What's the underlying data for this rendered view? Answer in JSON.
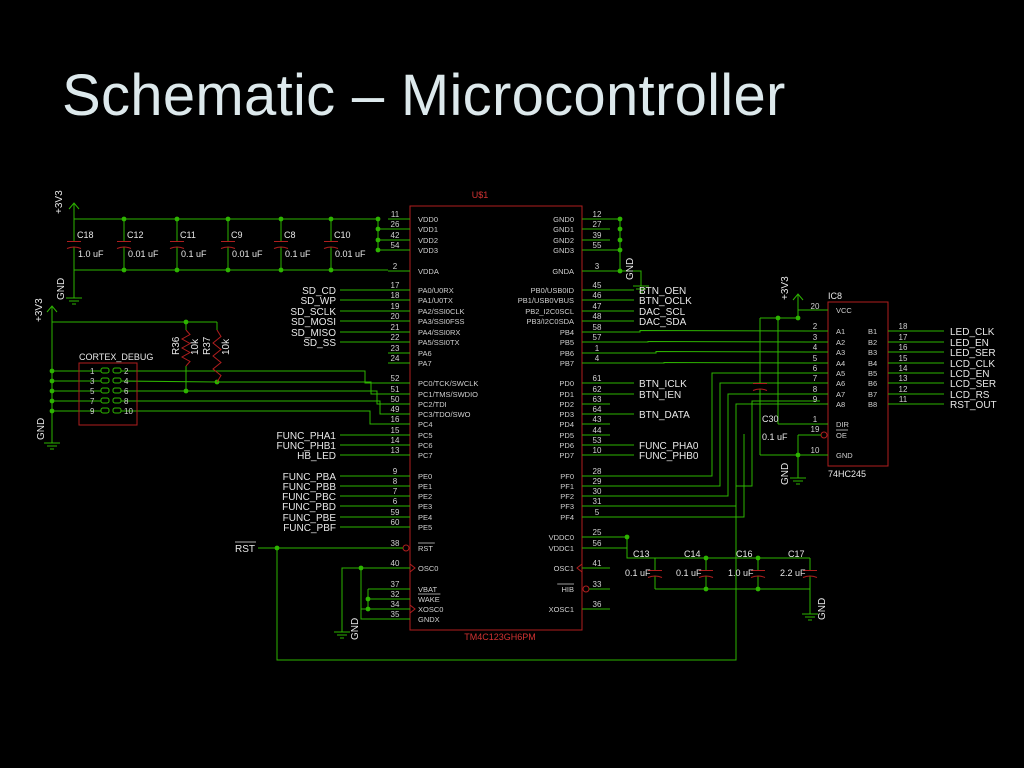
{
  "slide": {
    "title": "Schematic – Microcontroller"
  },
  "mcu": {
    "ref": "U$1",
    "part": "TM4C123GH6PM",
    "left_pins": [
      {
        "num": "11",
        "name": "VDD0"
      },
      {
        "num": "26",
        "name": "VDD1"
      },
      {
        "num": "42",
        "name": "VDD2"
      },
      {
        "num": "54",
        "name": "VDD3"
      },
      {
        "num": "2",
        "name": "VDDA"
      },
      {
        "num": "17",
        "name": "PA0/U0RX",
        "net": "SD_CD"
      },
      {
        "num": "18",
        "name": "PA1/U0TX",
        "net": "SD_WP"
      },
      {
        "num": "19",
        "name": "PA2/SSI0CLK",
        "net": "SD_SCLK"
      },
      {
        "num": "20",
        "name": "PA3/SSI0FSS",
        "net": "SD_MOSI"
      },
      {
        "num": "21",
        "name": "PA4/SSI0RX",
        "net": "SD_MISO"
      },
      {
        "num": "22",
        "name": "PA5/SSI0TX",
        "net": "SD_SS"
      },
      {
        "num": "23",
        "name": "PA6"
      },
      {
        "num": "24",
        "name": "PA7"
      },
      {
        "num": "52",
        "name": "PC0/TCK/SWCLK"
      },
      {
        "num": "51",
        "name": "PC1/TMS/SWDIO"
      },
      {
        "num": "50",
        "name": "PC2/TDI"
      },
      {
        "num": "49",
        "name": "PC3/TDO/SWO"
      },
      {
        "num": "16",
        "name": "PC4"
      },
      {
        "num": "15",
        "name": "PC5",
        "net": "FUNC_PHA1"
      },
      {
        "num": "14",
        "name": "PC6",
        "net": "FUNC_PHB1"
      },
      {
        "num": "13",
        "name": "PC7",
        "net": "HB_LED"
      },
      {
        "num": "9",
        "name": "PE0",
        "net": "FUNC_PBA"
      },
      {
        "num": "8",
        "name": "PE1",
        "net": "FUNC_PBB"
      },
      {
        "num": "7",
        "name": "PE2",
        "net": "FUNC_PBC"
      },
      {
        "num": "6",
        "name": "PE3",
        "net": "FUNC_PBD"
      },
      {
        "num": "59",
        "name": "PE4",
        "net": "FUNC_PBE"
      },
      {
        "num": "60",
        "name": "PE5",
        "net": "FUNC_PBF"
      },
      {
        "num": "38",
        "name": "RST"
      },
      {
        "num": "40",
        "name": "OSC0"
      },
      {
        "num": "37",
        "name": "VBAT"
      },
      {
        "num": "32",
        "name": "WAKE"
      },
      {
        "num": "34",
        "name": "XOSC0"
      },
      {
        "num": "35",
        "name": "GNDX"
      }
    ],
    "right_pins": [
      {
        "num": "12",
        "name": "GND0"
      },
      {
        "num": "27",
        "name": "GND1"
      },
      {
        "num": "39",
        "name": "GND2"
      },
      {
        "num": "55",
        "name": "GND3"
      },
      {
        "num": "3",
        "name": "GNDA"
      },
      {
        "num": "45",
        "name": "PB0/USB0ID",
        "net": "BTN_OEN"
      },
      {
        "num": "46",
        "name": "PB1/USB0VBUS",
        "net": "BTN_OCLK"
      },
      {
        "num": "47",
        "name": "PB2_I2C0SCL",
        "net": "DAC_SCL"
      },
      {
        "num": "48",
        "name": "PB3/I2C0SDA",
        "net": "DAC_SDA"
      },
      {
        "num": "58",
        "name": "PB4"
      },
      {
        "num": "57",
        "name": "PB5"
      },
      {
        "num": "1",
        "name": "PB6"
      },
      {
        "num": "4",
        "name": "PB7"
      },
      {
        "num": "61",
        "name": "PD0",
        "net": "BTN_ICLK"
      },
      {
        "num": "62",
        "name": "PD1",
        "net": "BTN_IEN"
      },
      {
        "num": "63",
        "name": "PD2"
      },
      {
        "num": "64",
        "name": "PD3",
        "net": "BTN_DATA"
      },
      {
        "num": "43",
        "name": "PD4"
      },
      {
        "num": "44",
        "name": "PD5"
      },
      {
        "num": "53",
        "name": "PD6",
        "net": "FUNC_PHA0"
      },
      {
        "num": "10",
        "name": "PD7",
        "net": "FUNC_PHB0"
      },
      {
        "num": "28",
        "name": "PF0"
      },
      {
        "num": "29",
        "name": "PF1"
      },
      {
        "num": "30",
        "name": "PF2"
      },
      {
        "num": "31",
        "name": "PF3"
      },
      {
        "num": "5",
        "name": "PF4"
      },
      {
        "num": "25",
        "name": "VDDC0"
      },
      {
        "num": "56",
        "name": "VDDC1"
      },
      {
        "num": "41",
        "name": "OSC1"
      },
      {
        "num": "33",
        "name": "HIB"
      },
      {
        "num": "36",
        "name": "XOSC1"
      }
    ]
  },
  "decoupling_caps": [
    {
      "ref": "C18",
      "value": "1.0 uF"
    },
    {
      "ref": "C12",
      "value": "0.01 uF"
    },
    {
      "ref": "C11",
      "value": "0.1 uF"
    },
    {
      "ref": "C9",
      "value": "0.01 uF"
    },
    {
      "ref": "C8",
      "value": "0.1 uF"
    },
    {
      "ref": "C10",
      "value": "0.01 uF"
    }
  ],
  "vddc_caps": [
    {
      "ref": "C13",
      "value": "0.1 uF"
    },
    {
      "ref": "C14",
      "value": "0.1 uF"
    },
    {
      "ref": "C16",
      "value": "1.0 uF"
    },
    {
      "ref": "C17",
      "value": "2.2 uF"
    }
  ],
  "c30": {
    "ref": "C30",
    "value": "0.1 uF"
  },
  "resistors": [
    {
      "ref": "R36",
      "value": "10k"
    },
    {
      "ref": "R37",
      "value": "10k"
    }
  ],
  "debug_header": {
    "ref": "CORTEX_DEBUG",
    "pins": [
      "1",
      "2",
      "3",
      "4",
      "5",
      "6",
      "7",
      "8",
      "9",
      "10"
    ]
  },
  "buffer": {
    "ref": "IC8",
    "part": "74HC245",
    "vcc": {
      "num": "20",
      "name": "VCC"
    },
    "a_pins": [
      {
        "num": "2",
        "name": "A1"
      },
      {
        "num": "3",
        "name": "A2"
      },
      {
        "num": "4",
        "name": "A3"
      },
      {
        "num": "5",
        "name": "A4"
      },
      {
        "num": "6",
        "name": "A5"
      },
      {
        "num": "7",
        "name": "A6"
      },
      {
        "num": "8",
        "name": "A7"
      },
      {
        "num": "9",
        "name": "A8"
      }
    ],
    "b_pins": [
      {
        "num": "18",
        "name": "B1",
        "net": "LED_CLK"
      },
      {
        "num": "17",
        "name": "B2",
        "net": "LED_EN"
      },
      {
        "num": "16",
        "name": "B3",
        "net": "LED_SER"
      },
      {
        "num": "15",
        "name": "B4",
        "net": "LCD_CLK"
      },
      {
        "num": "14",
        "name": "B5",
        "net": "LCD_EN"
      },
      {
        "num": "13",
        "name": "B6",
        "net": "LCD_SER"
      },
      {
        "num": "12",
        "name": "B7",
        "net": "LCD_RS"
      },
      {
        "num": "11",
        "name": "B8",
        "net": "RST_OUT"
      }
    ],
    "dir": {
      "num": "1",
      "name": "DIR"
    },
    "oe": {
      "num": "19",
      "name": "OE"
    },
    "gnd": {
      "num": "10",
      "name": "GND"
    }
  },
  "power_labels": {
    "v3": "+3V3",
    "gnd": "GND"
  },
  "rst_net": "RST"
}
